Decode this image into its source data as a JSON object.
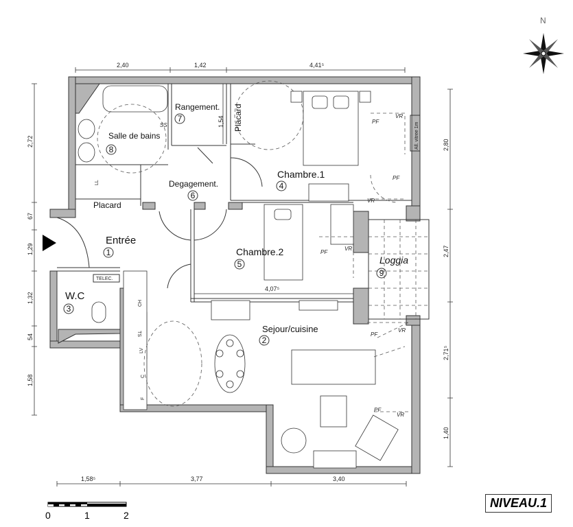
{
  "compass": {
    "north_label": "N"
  },
  "rooms": [
    {
      "name": "Entrée",
      "number": "1"
    },
    {
      "name": "Sejour/cuisine",
      "number": "2"
    },
    {
      "name": "W.C",
      "number": "3"
    },
    {
      "name": "Chambre.1",
      "number": "4"
    },
    {
      "name": "Chambre.2",
      "number": "5"
    },
    {
      "name": "Degagement.",
      "number": "6"
    },
    {
      "name": "Rangement.",
      "number": "7"
    },
    {
      "name": "Salle de bains",
      "number": "8"
    },
    {
      "name": "Loggia",
      "number": "9"
    }
  ],
  "closets": {
    "placard_bath": "Placard",
    "placard_chambre": "Placard"
  },
  "fixtures": {
    "telec": "TELEC.",
    "ss": "SS",
    "ll": "LL",
    "ch": "CH",
    "ts": "TS",
    "lv": "LV",
    "c": "C",
    "f": "F",
    "pf": "PF",
    "vr": "VR",
    "glazed_wall": "All. vitree 1m"
  },
  "dimensions": {
    "top": [
      "2,40",
      "1,42",
      "4,41⁵"
    ],
    "left": [
      "2,72",
      "67",
      "1,29",
      "1,32",
      "54",
      "1,58"
    ],
    "right": [
      "2,80",
      "2,47",
      "2,71⁵",
      "1,40"
    ],
    "bottom": [
      "1,58⁵",
      "3,77",
      "3,40"
    ],
    "rangement_height": "1,54",
    "chambre2_width": "4,07⁵"
  },
  "scale_bar": {
    "labels": [
      "0",
      "1",
      "2"
    ]
  },
  "level": "NIVEAU.1"
}
